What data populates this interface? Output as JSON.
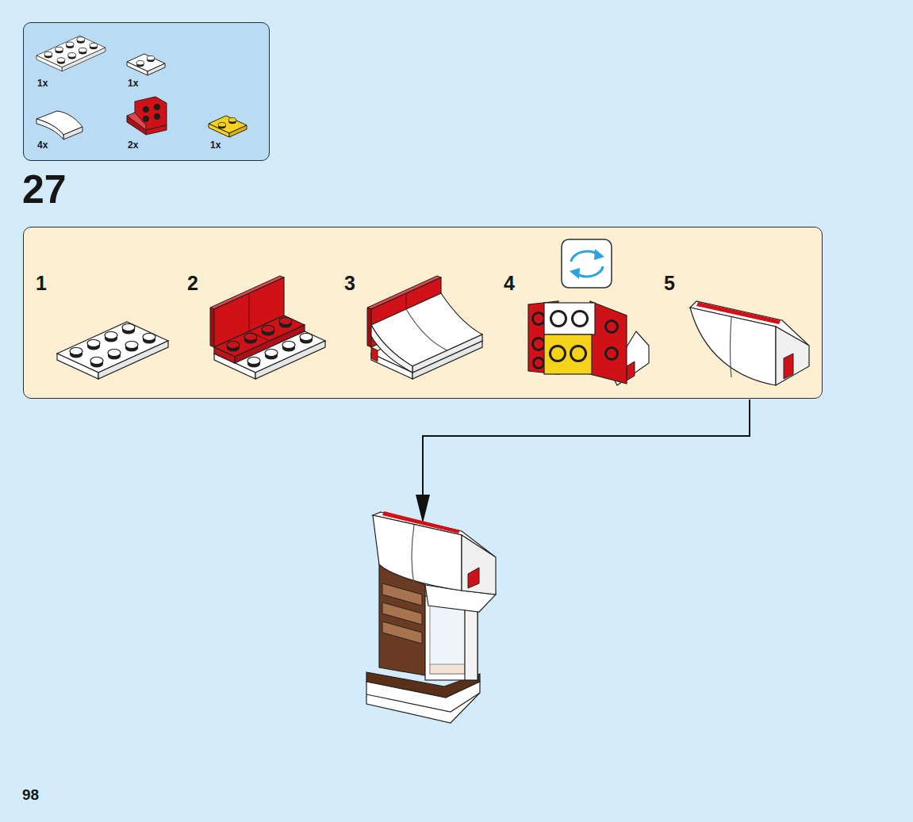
{
  "diagram": {
    "nodes": [
      {
        "text": [
          "1x",
          "1x",
          "4x",
          "2x",
          "1x"
        ]
      },
      {
        "text": [
          "1",
          "2",
          "3",
          "4",
          "5"
        ]
      }
    ],
    "labels": [
      "27",
      "98"
    ]
  }
}
